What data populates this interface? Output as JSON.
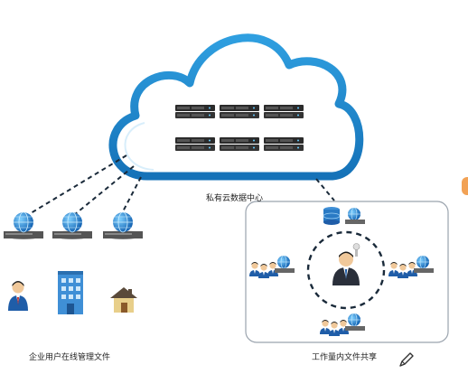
{
  "labels": {
    "cloud": "私有云数据中心",
    "left_group": "企业用户在线管理文件",
    "right_group": "工作量内文件共享"
  },
  "icons": {
    "cloud": "cloud-icon",
    "server_rack": "server-rack-icon",
    "globe_server": "globe-server-icon",
    "person": "person-icon",
    "building": "building-icon",
    "house": "house-icon",
    "database": "database-icon",
    "user_group": "user-group-icon",
    "edit": "pencil-icon"
  },
  "colors": {
    "cloud_outline": "#2a9fd8",
    "dashed_link": "#1a2a3a",
    "panel_border": "#9aa3ad",
    "globe": "#1e7fd0",
    "accent_tab": "#f2a255"
  }
}
